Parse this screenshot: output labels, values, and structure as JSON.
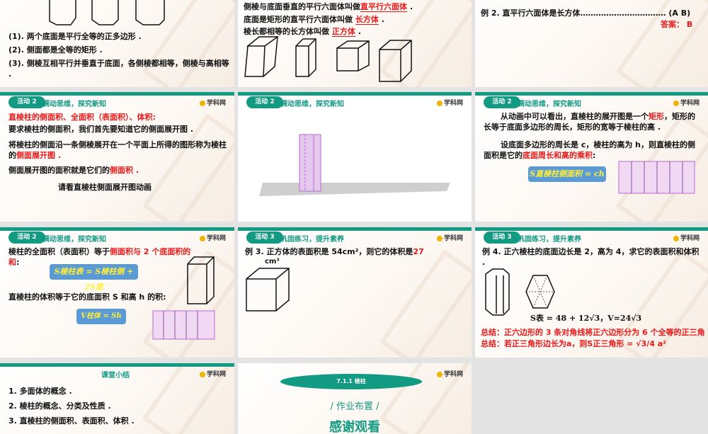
{
  "slides": [
    {
      "lines": [
        "(1). 两个底面是平行全等的正多边形 .",
        "(2). 侧面都是全等的矩形 .",
        "(3). 侧棱互相平行并垂直于底面，各侧棱都相等，侧棱与高相等 ."
      ]
    },
    {
      "l1a": "侧棱与底面垂直的平行六面体叫做",
      "l1b": "直平行六面体",
      "l2a": "底面是矩形的直平行六面体叫做",
      "l2b": "长方体",
      "l3a": "棱长都相等的长方体叫做",
      "l3b": "正方体",
      "dot": "."
    },
    {
      "q": "例 2. 直平行六面体是长方体…………………………… (A B)",
      "ans": "答案： B"
    },
    {
      "pill": "活动 2",
      "title": "调动思维，探究新知",
      "logo": "学科网",
      "h": "直棱柱的侧面积、全面积（表面积）、体积:",
      "p1": "要求棱柱的侧面积，我们首先要知道它的侧面展开图 .",
      "p2a": "将棱柱的侧面沿一条侧棱展开在一个平面上所得的图形称为棱柱的",
      "p2b": "侧面展开图 .",
      "p3a": "侧面展开图的面积就是它们的",
      "p3b": "侧面积 .",
      "p4": "请看直棱柱侧面展开图动画"
    },
    {
      "pill": "活动 2",
      "title": "调动思维，探究新知",
      "logo": "学科网"
    },
    {
      "pill": "活动 2",
      "title": "调动思维，探究新知",
      "logo": "学科网",
      "p1a": "从动画中可以看出，直棱柱的展开图是一个",
      "p1b": "矩形",
      "p1c": "，矩形的长等于底面多边形的周长，矩形的宽等于棱柱的高 .",
      "p2a": "设底面多边形的周长是 c，棱柱的高为 h，则直棱柱的侧面积是它的",
      "p2b": "底面周长和高的乘积",
      "p2c": ":",
      "formula": "S直棱柱侧面积 = ch"
    },
    {
      "pill": "活动 2",
      "title": "调动思维，探究新知",
      "logo": "学科网",
      "p1a": "棱柱的全面积（表面积）等于",
      "p1b": "侧面积与 2 个底面积的和",
      "p1c": ":",
      "formula": "S棱柱表 = S棱柱侧 + 2S底",
      "p2": "直棱柱的体积等于它的底面积 S 和高 h 的积:",
      "formula2": "V柱体 = Sh"
    },
    {
      "pill": "活动 3",
      "title": "巩固练习，提升素养",
      "logo": "学科网",
      "qa": "例 3. 正方体的表面积是 54cm²，则它的体积是",
      "qb": "27",
      "qc": "cm³"
    },
    {
      "pill": "活动 3",
      "title": "巩固练习，提升素养",
      "logo": "学科网",
      "q": "例 4. 正六棱柱的底面边长是 2，高为 4，求它的表面积和体积 .",
      "result": "S表 = 48 + 12√3，V=24√3",
      "s1": "总结：正六边形的 3 条对角线将正六边形分为 6 个全等的正三角形",
      "s2": "总结：若正三角形边长为a，则S正三角形 = √3/4 a²"
    },
    {
      "title": "课堂小结",
      "logo": "学科网",
      "items": [
        "1. 多面体的概念 .",
        "2. 棱柱的概念、分类及性质 .",
        "3. 直棱柱的侧面积、表面积、体积 ."
      ]
    },
    {
      "logo": "学科网",
      "section": "7.1.1 棱柱",
      "hw": "/ 作业布置 /",
      "thanks": "感谢观看"
    }
  ],
  "colors": {
    "accent": "#139a82",
    "red": "#e81818",
    "formula_bg": "#5b9bd5",
    "background": "#e3e3e3"
  }
}
